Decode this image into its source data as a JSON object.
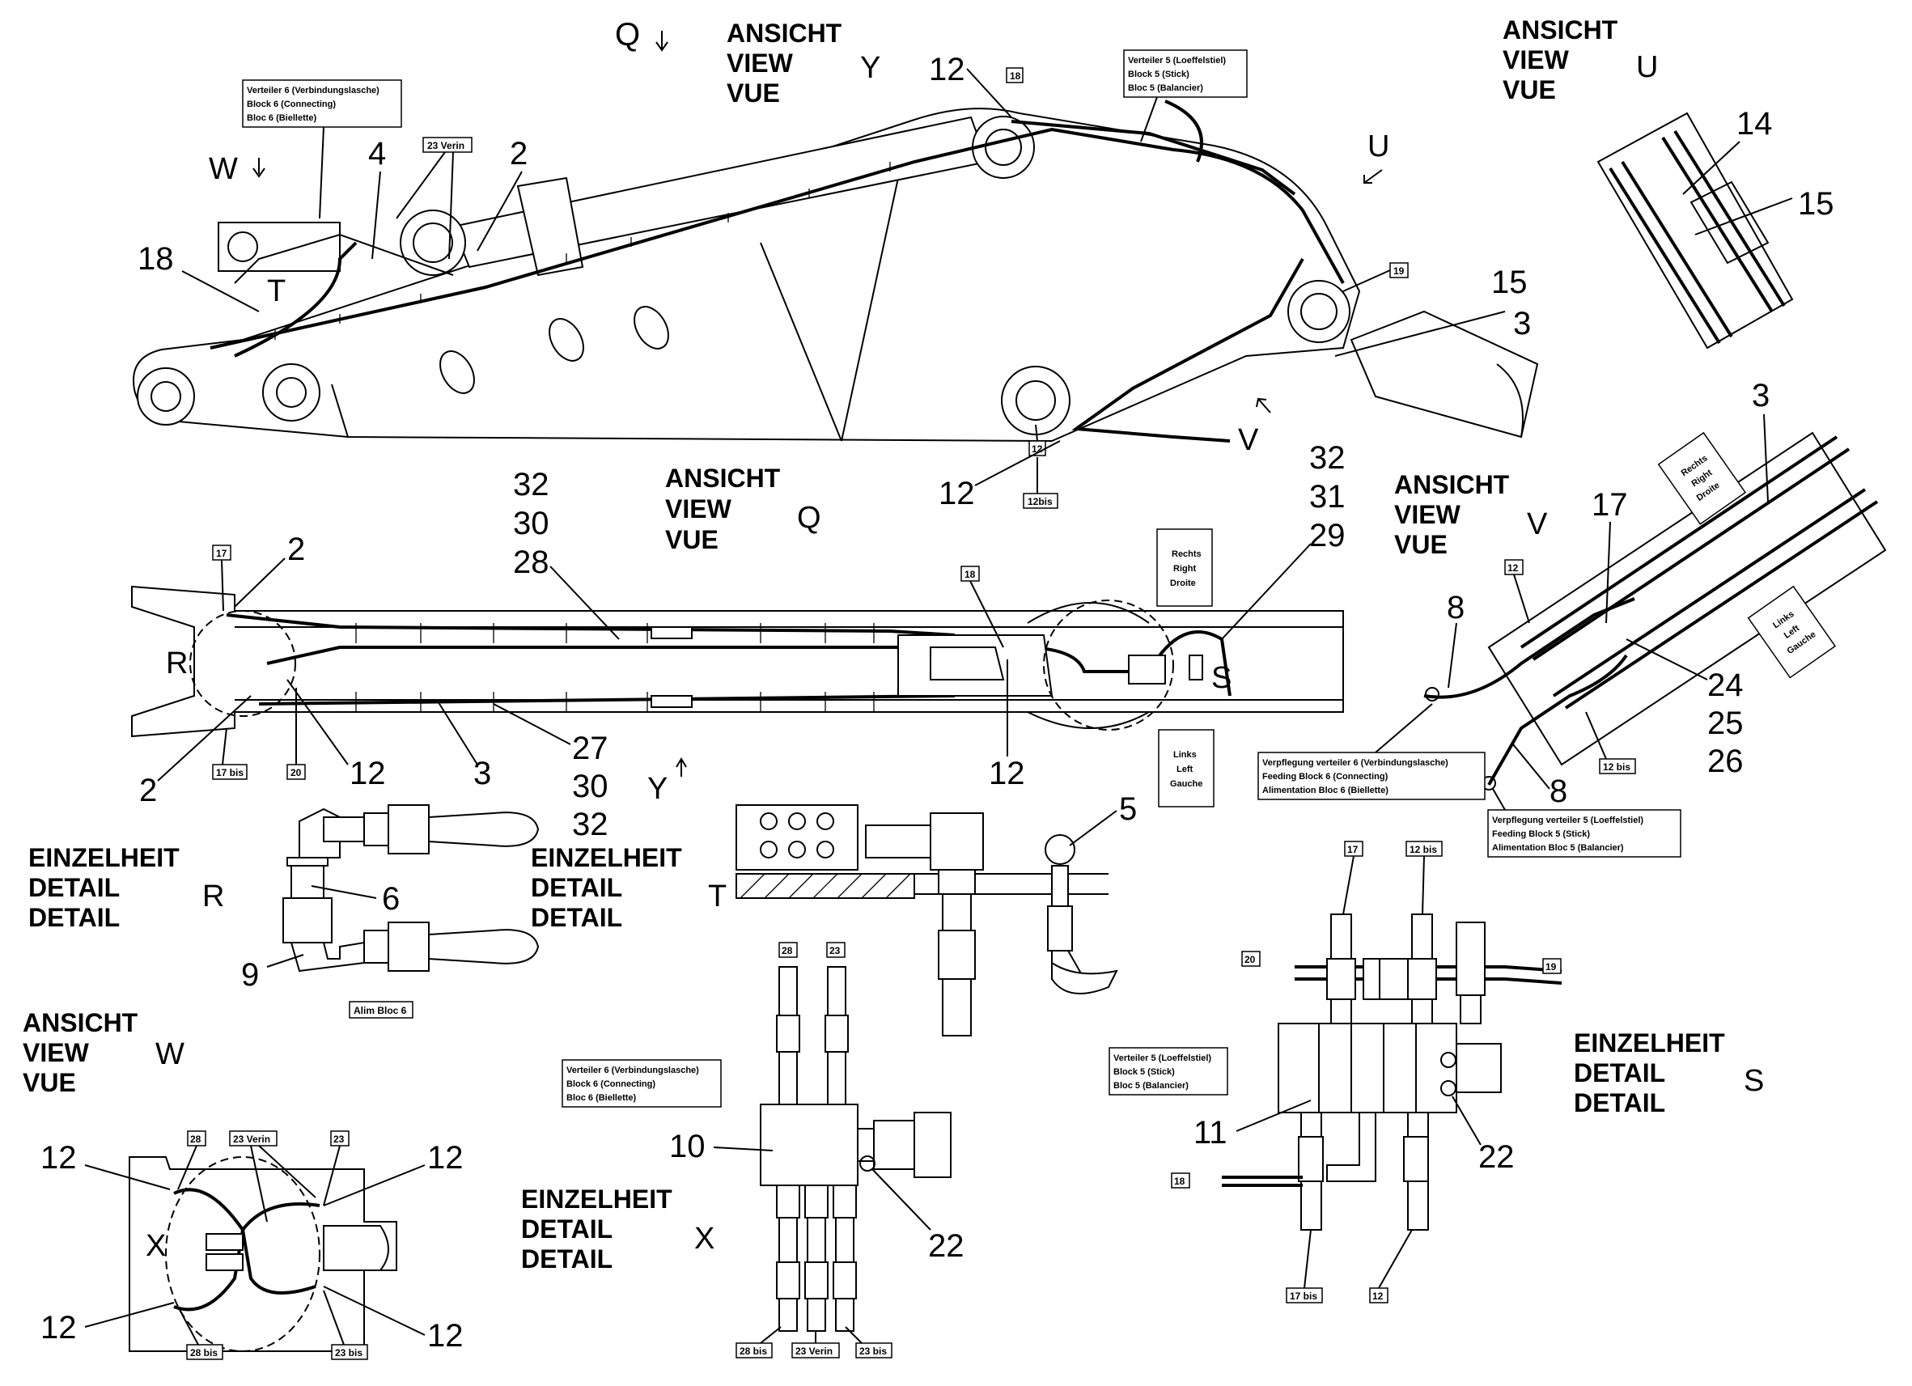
{
  "views": {
    "view_q_top_label": "Q",
    "view_y": {
      "lines": [
        "ANSICHT",
        "VIEW",
        "VUE"
      ],
      "letter": "Y"
    },
    "view_u": {
      "lines": [
        "ANSICHT",
        "VIEW",
        "VUE"
      ],
      "letter": "U"
    },
    "view_q": {
      "lines": [
        "ANSICHT",
        "VIEW",
        "VUE"
      ],
      "letter": "Q"
    },
    "view_v": {
      "lines": [
        "ANSICHT",
        "VIEW",
        "VUE"
      ],
      "letter": "V"
    },
    "view_w": {
      "lines": [
        "ANSICHT",
        "VIEW",
        "VUE"
      ],
      "letter": "W"
    },
    "detail_r": {
      "lines": [
        "EINZELHEIT",
        "DETAIL",
        "DETAIL"
      ],
      "letter": "R"
    },
    "detail_t": {
      "lines": [
        "EINZELHEIT",
        "DETAIL",
        "DETAIL"
      ],
      "letter": "T"
    },
    "detail_s": {
      "lines": [
        "EINZELHEIT",
        "DETAIL",
        "DETAIL"
      ],
      "letter": "S"
    },
    "detail_x": {
      "lines": [
        "EINZELHEIT",
        "DETAIL",
        "DETAIL"
      ],
      "letter": "X"
    }
  },
  "marker_letters": {
    "w": "W",
    "t": "T",
    "u": "U",
    "v": "V",
    "r": "R",
    "s": "S",
    "x": "X",
    "y_bottom": "Y"
  },
  "boxes": {
    "verteiler6_top": [
      "Verteiler 6 (Verbindungslasche)",
      "Block 6 (Connecting)",
      "Bloc 6 (Biellette)"
    ],
    "verteiler5_top": [
      "Verteiler 5 (Loeffelstiel)",
      "Block 5 (Stick)",
      "Bloc 5 (Balancier)"
    ],
    "verteiler6_x": [
      "Verteiler 6 (Verbindungslasche)",
      "Block 6 (Connecting)",
      "Bloc 6 (Biellette)"
    ],
    "verteiler5_s": [
      "Verteiler 5 (Loeffelstiel)",
      "Block 5 (Stick)",
      "Bloc 5 (Balancier)"
    ],
    "feeding6": [
      "Verpflegung verteiler 6 (Verbindungslasche)",
      "Feeding Block 6 (Connecting)",
      "Alimentation Bloc 6 (Biellette)"
    ],
    "feeding5": [
      "Verpflegung verteiler 5 (Loeffelstiel)",
      "Feeding Block 5 (Stick)",
      "Alimentation Bloc 5 (Balancier)"
    ],
    "rechts_q": [
      "Rechts",
      "Right",
      "Droite"
    ],
    "links_q": [
      "Links",
      "Left",
      "Gauche"
    ],
    "rechts_v": [
      "Rechts",
      "Right",
      "Droite"
    ],
    "links_v": [
      "Links",
      "Left",
      "Gauche"
    ],
    "alim_bloc6": "Alim Bloc 6"
  },
  "tags": {
    "t18_top": "18",
    "t23verin_top": "23 Verin",
    "t19_top": "19",
    "t12_top": "12",
    "t12bis_top": "12bis",
    "t17_q": "17",
    "t17bis_q": "17 bis",
    "t20_q": "20",
    "t18_q": "18",
    "t12_v": "12",
    "t12bis_v": "12 bis",
    "t28_w": "28",
    "t23verin_w": "23 Verin",
    "t23_w": "23",
    "t28bis_w": "28 bis",
    "t23bis_w": "23 bis",
    "t28_x": "28",
    "t23_x": "23",
    "t28bis_x": "28 bis",
    "t23verin_x": "23 Verin",
    "t23bis_x": "23 bis",
    "t17_s": "17",
    "t12bis_s": "12 bis",
    "t20_s": "20",
    "t19_s": "19",
    "t18_s": "18",
    "t17bis_s": "17 bis",
    "t12_s": "12"
  },
  "callouts": {
    "c12_top": "12",
    "c4": "4",
    "c2_top": "2",
    "c18_top": "18",
    "c15_top": "15",
    "c3_top": "3",
    "c12_topb": "12",
    "c14_u": "14",
    "c15_u": "15",
    "c32_q": "32",
    "c30_q": "30",
    "c28_q": "28",
    "c32_q2": "32",
    "c31_q": "31",
    "c29_q": "29",
    "c2_q": "2",
    "c2_q2": "2",
    "c12_q": "12",
    "c3_q": "3",
    "c27_q": "27",
    "c30_q2": "30",
    "c32_q3": "32",
    "c12_q2": "12",
    "c3_v": "3",
    "c17_v": "17",
    "c8_v": "8",
    "c24_v": "24",
    "c25_v": "25",
    "c26_v": "26",
    "c8_v2": "8",
    "c5_t": "5",
    "c6_r": "6",
    "c9_r": "9",
    "c12_w1": "12",
    "c12_w2": "12",
    "c12_w3": "12",
    "c12_w4": "12",
    "c10_x": "10",
    "c22_x": "22",
    "c11_s": "11",
    "c22_s": "22"
  }
}
